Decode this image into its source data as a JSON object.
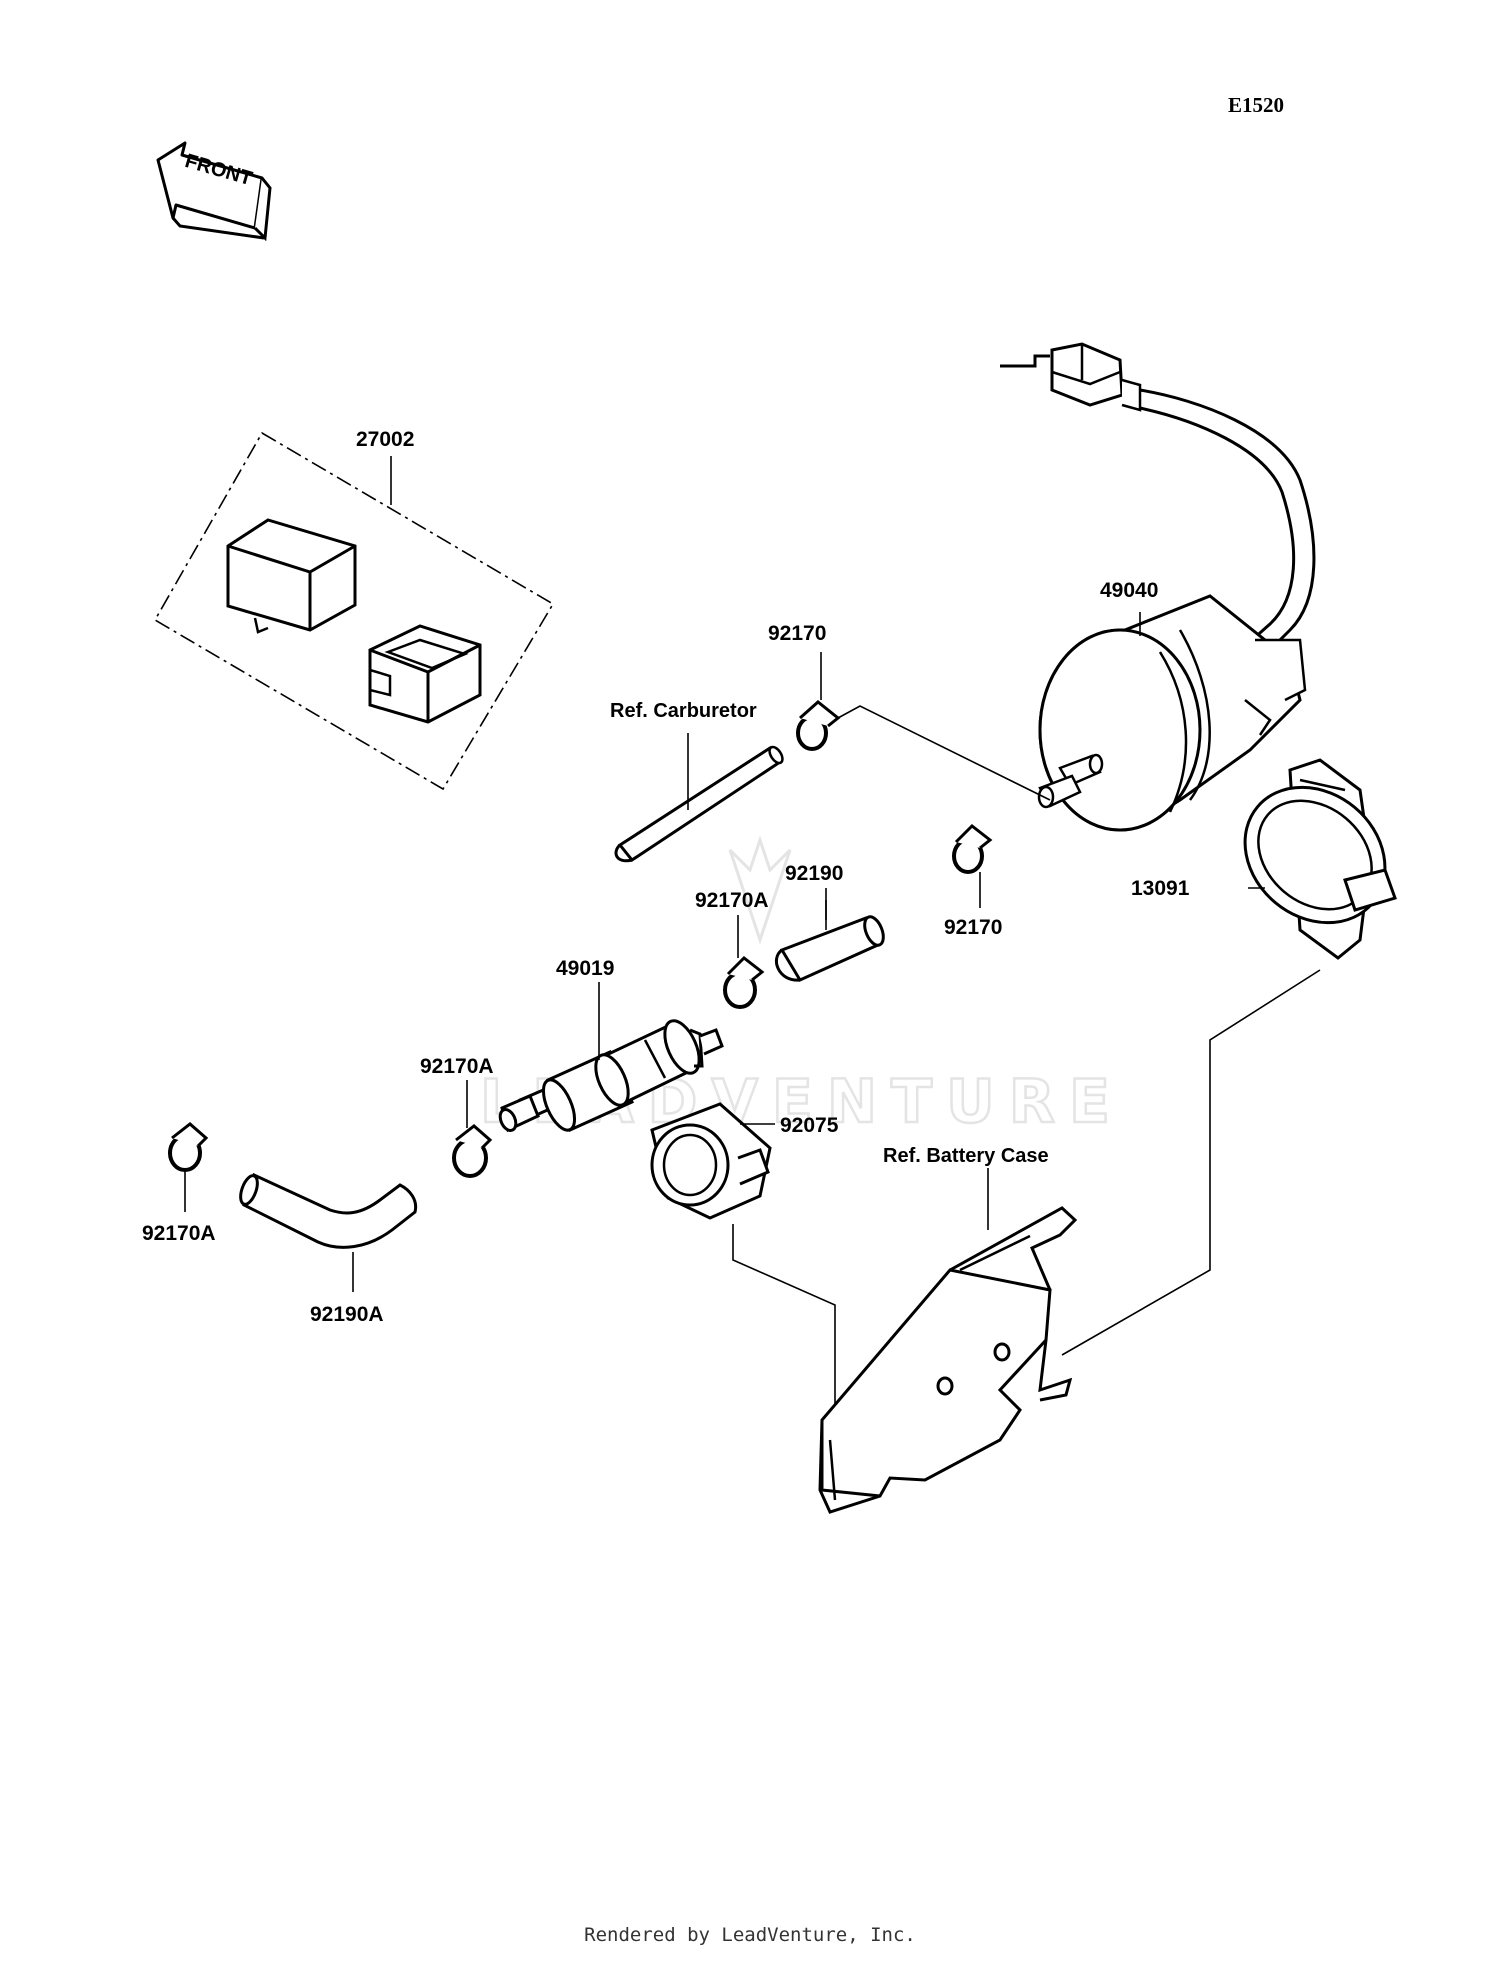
{
  "diagram_code": "E1520",
  "front_label": "FRONT",
  "watermark": "LEADVENTURE",
  "footer": "Rendered by LeadVenture, Inc.",
  "refs": {
    "carburetor": "Ref. Carburetor",
    "battery_case": "Ref. Battery Case"
  },
  "parts": {
    "relay_set": "27002",
    "fuel_pump": "49040",
    "clamp_top": "92170",
    "clamp_right": "92170",
    "hose_short": "92190",
    "clamp_a_mid": "92170A",
    "fuel_filter": "49019",
    "clamp_a_left": "92170A",
    "clamp_a_far": "92170A",
    "hose_bent": "92190A",
    "filter_holder": "92075",
    "pump_bracket": "13091"
  },
  "colors": {
    "line": "#000000",
    "background": "#ffffff",
    "watermark": "#e4e4e4"
  }
}
